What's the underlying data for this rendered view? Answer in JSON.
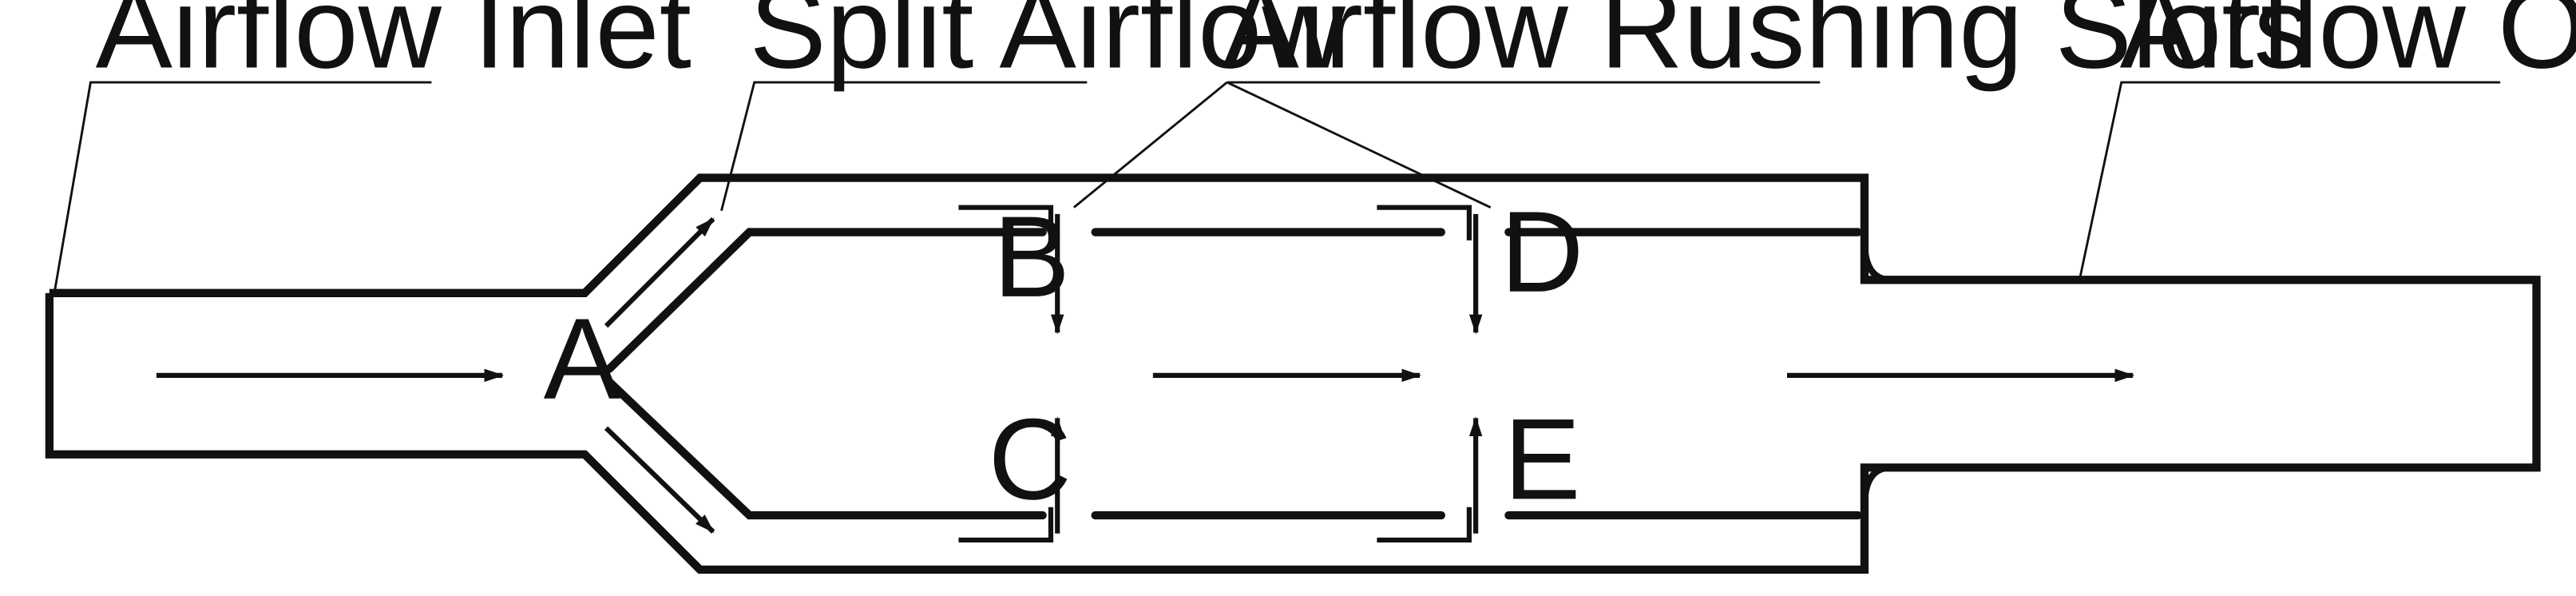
{
  "callouts": {
    "inlet": "Airflow Inlet",
    "split": "Split Airflow",
    "slots": "Airflow Rushing Slots",
    "outlet": "Airflow Outlet"
  },
  "points": {
    "a": "A",
    "b": "B",
    "c": "C",
    "d": "D",
    "e": "E"
  },
  "colors": {
    "stroke": "#111111",
    "background": "#ffffff"
  }
}
